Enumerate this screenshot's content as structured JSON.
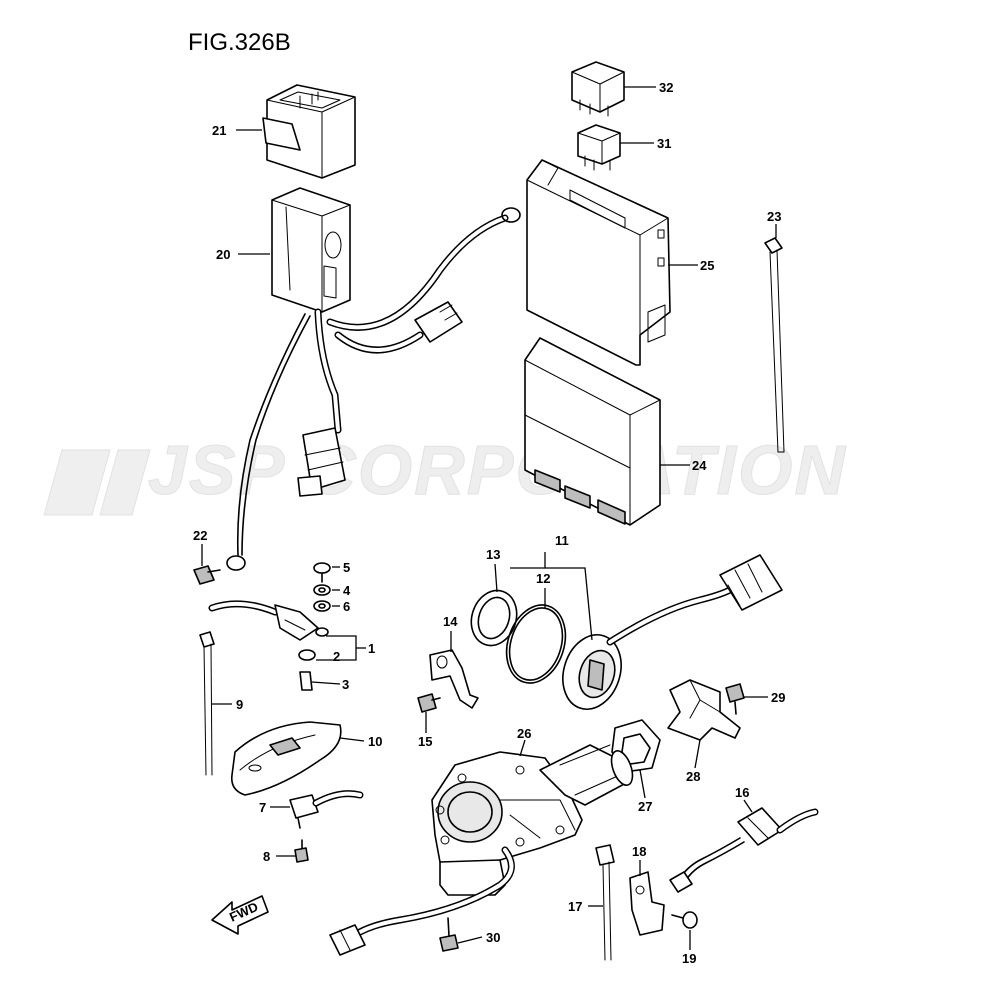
{
  "figure": {
    "title": "FIG.326B"
  },
  "watermark": {
    "text": "JSP CORPORATION"
  },
  "direction_marker": {
    "text": "FWD"
  },
  "callouts": [
    "1",
    "2",
    "3",
    "4",
    "5",
    "6",
    "7",
    "8",
    "9",
    "10",
    "11",
    "12",
    "13",
    "14",
    "15",
    "16",
    "17",
    "18",
    "19",
    "20",
    "21",
    "22",
    "23",
    "24",
    "25",
    "26",
    "27",
    "28",
    "29",
    "30",
    "31",
    "32"
  ]
}
